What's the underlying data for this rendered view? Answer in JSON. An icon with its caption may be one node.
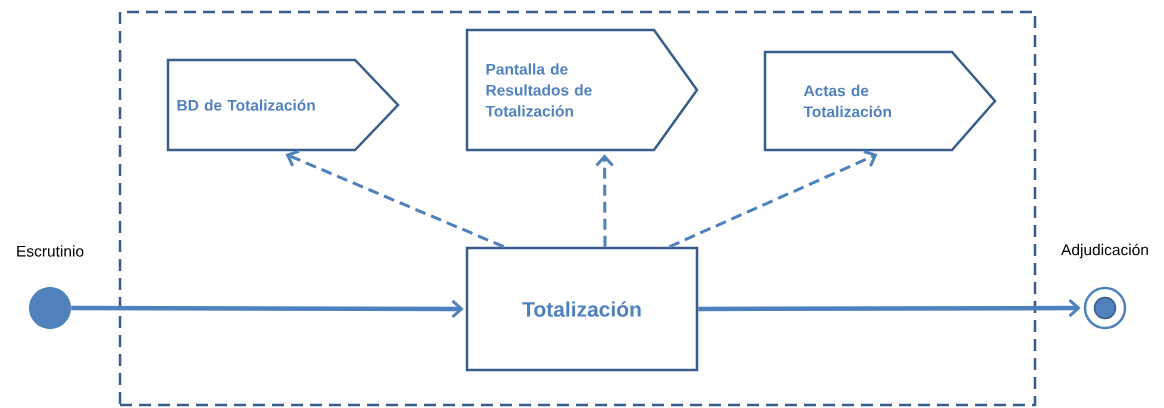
{
  "diagram": {
    "nodes": [
      {
        "text": [],
        "shape": "box"
      },
      {
        "text": [
          "BD de Totalización"
        ],
        "in": 0
      },
      {
        "text": [
          "Pantalla de Resultados de Totalización"
        ],
        "in": 0
      },
      {
        "text": [
          "Actas de Totalización"
        ],
        "in": 0
      },
      {
        "text": [],
        "shape": "circle",
        "beside": [
          "Escrutinio"
        ]
      },
      {
        "text": [
          "Totalización"
        ],
        "in": 0
      },
      {
        "text": [],
        "shape": "circle",
        "beside": [
          "Adjudicación"
        ]
      }
    ],
    "edges": [
      {
        "from": 4,
        "to": 5,
        "arrow": "to"
      },
      {
        "from": 5,
        "to": 6,
        "arrow": "to"
      },
      {
        "from": 5,
        "to": 1,
        "arrow": "to",
        "style": "dashed"
      },
      {
        "from": 5,
        "to": 2,
        "arrow": "to",
        "style": "dashed"
      },
      {
        "from": 5,
        "to": 3,
        "arrow": "to",
        "style": "dashed"
      }
    ]
  }
}
